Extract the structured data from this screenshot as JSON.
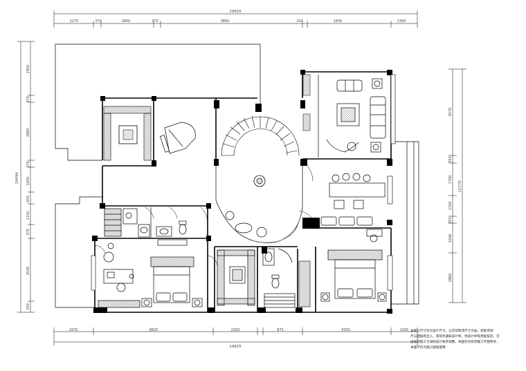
{
  "top_dimensions": {
    "overall": "19825",
    "segments": [
      "2275",
      "370",
      "2800",
      "370",
      "3860",
      "200",
      "1830",
      "1300"
    ]
  },
  "bottom_dimensions": {
    "overall": "19825",
    "segments": [
      "1970",
      "6825",
      "2250",
      "875",
      "5055",
      "1300"
    ]
  },
  "left_dimensions": {
    "overall": "14494",
    "segments": [
      "2950",
      "370",
      "3800",
      "370",
      "1650",
      "650",
      "1150",
      "370",
      "3530",
      "250"
    ]
  },
  "right_dimensions": {
    "overall": "12770",
    "segments": [
      "4570",
      "355",
      "1700",
      "1150",
      "355",
      "1640",
      "2860"
    ]
  },
  "notes": [
    "本图之尺寸仅为设计尺寸，以实际现场尺寸为准，如现场测",
    "尺与图纸有出入，请及时通知设计师，经设计师现场复核后，可",
    "由现场施工方按照设计要求调整。本图仅为装饰施工平面参考，",
    "本图不作为施工图纸使用"
  ],
  "colors": {
    "line": "#000000",
    "hatch": "#555555",
    "dim": "#444444"
  }
}
